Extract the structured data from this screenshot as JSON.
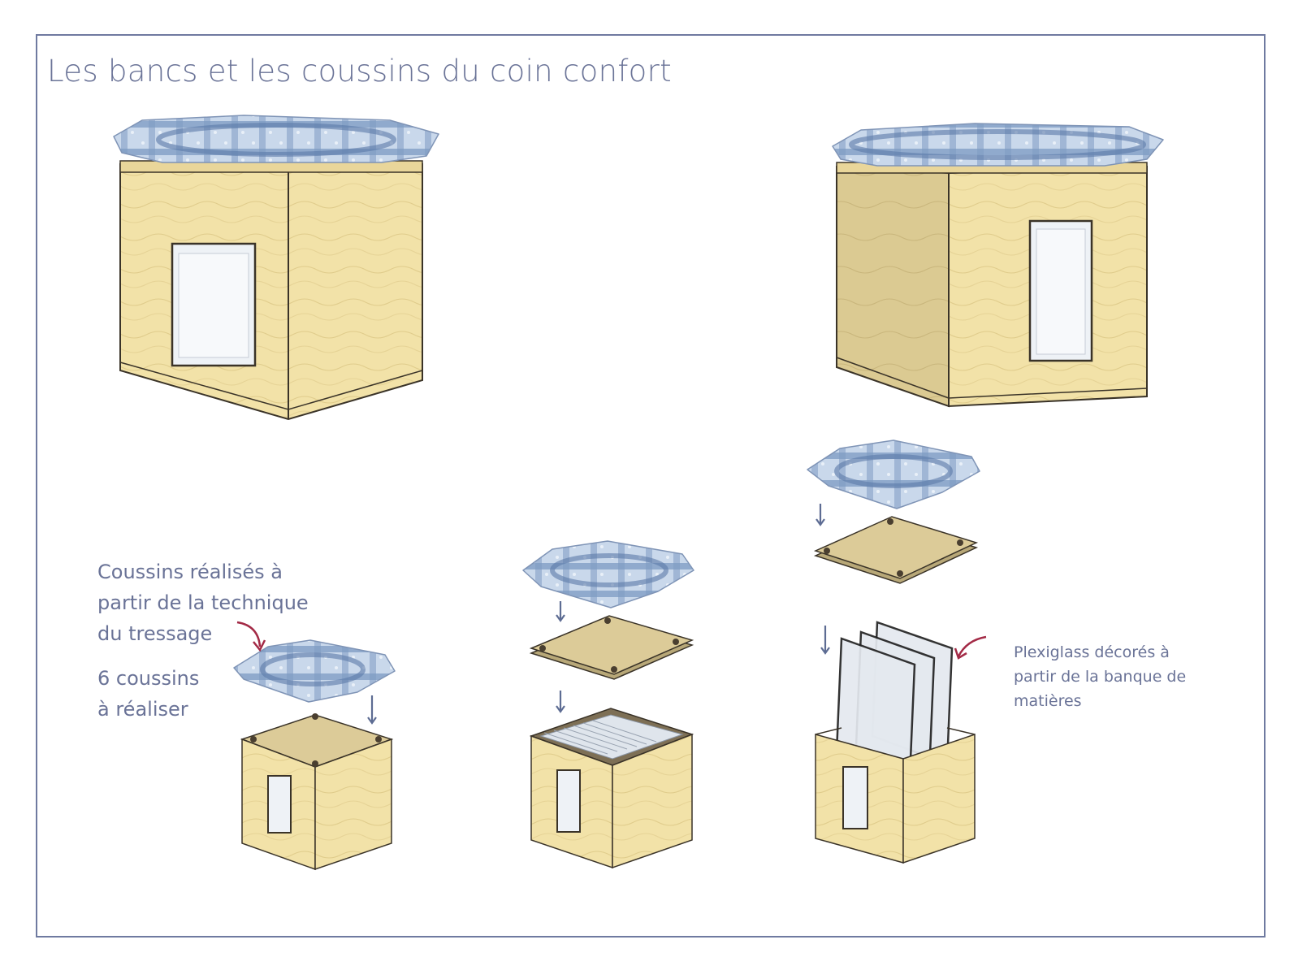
{
  "title": "Les bancs et les coussins du coin confort",
  "annotations": {
    "coussins": [
      "Coussins réalisés à",
      "partir de la technique",
      "du tressage"
    ],
    "quantity": [
      "6 coussins",
      "à réaliser"
    ],
    "plexiglass": [
      "Plexiglass décorés à",
      "partir de la banque de",
      "matières"
    ]
  },
  "colors": {
    "frame": "#6f7aa0",
    "text": "#6a7397",
    "wood": "#f2e2a8",
    "wood_top": "#dccb98",
    "edge": "#3a3328",
    "cushion": "#c7d6ea",
    "weave": "#6e8fbd",
    "plexi": "#e4e9ef",
    "curved_arrow": "#a32a46",
    "down_arrow": "#5d6c93"
  },
  "icons": [
    "down-arrow-icon",
    "curved-arrow-icon",
    "screw-hole-icon"
  ]
}
